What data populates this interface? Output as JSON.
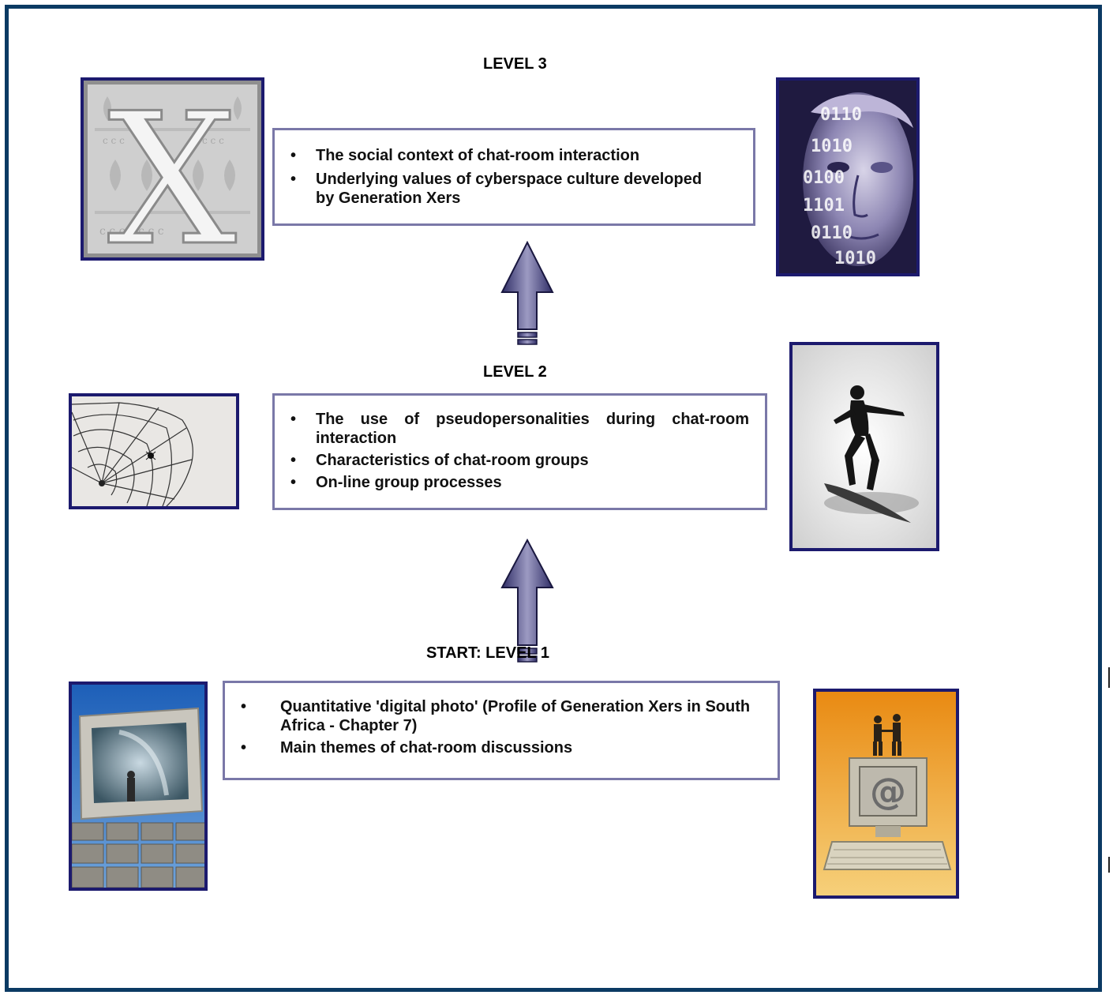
{
  "levels": {
    "level3": {
      "title": "LEVEL 3",
      "items": [
        "The social context of chat-room interaction",
        "Underlying values of cyberspace culture developed by Generation Xers"
      ]
    },
    "level2": {
      "title": "LEVEL 2",
      "items": [
        "The use of pseudopersonalities during chat-room interaction",
        "Characteristics of chat-room groups",
        "On-line group processes"
      ]
    },
    "level1": {
      "title": "START:  LEVEL 1",
      "items": [
        "Quantitative 'digital photo' (Profile of Generation Xers in South Africa - Chapter 7)",
        "Main themes of chat-room discussions"
      ]
    }
  },
  "images": {
    "x_emblem": {
      "glyph": "X",
      "icon": "letter-x-emblem"
    },
    "binary_face": {
      "glyph_rows": [
        "0110",
        "1010",
        "0100",
        "1101",
        "0110",
        "1010"
      ],
      "icon": "binary-face"
    },
    "spider_web": {
      "icon": "spider-web"
    },
    "surfer": {
      "icon": "surfer-silhouette"
    },
    "monitor_person": {
      "icon": "monitor-keyboard"
    },
    "computer_at": {
      "glyph": "@",
      "icon": "computer-at-sign"
    }
  },
  "colors": {
    "frame": "#0b3a63",
    "box_border": "#7a78a8",
    "picture_border": "#1c1a6e",
    "arrow_fill": "#4a4880"
  }
}
